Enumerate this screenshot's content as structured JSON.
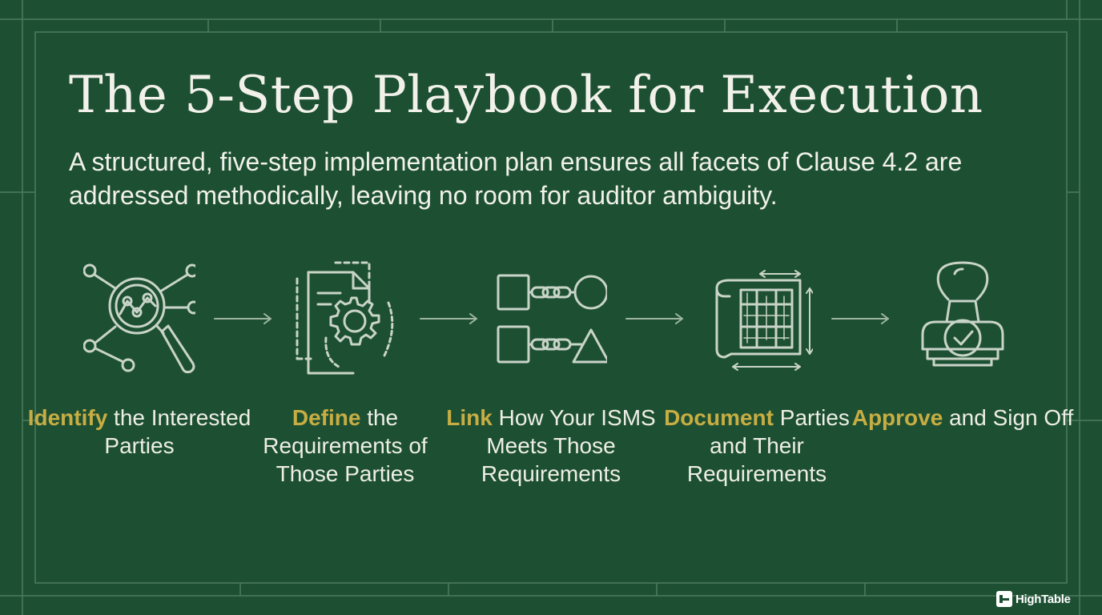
{
  "title": "The 5-Step Playbook for Execution",
  "subtitle": "A structured, five-step implementation plan ensures all facets of Clause 4.2 are addressed methodically, leaving no room for auditor ambiguity.",
  "colors": {
    "background": "#1d5033",
    "line": "#c9d4c8",
    "highlight": "#c7ad43",
    "text": "#eeeee6"
  },
  "steps": [
    {
      "icon": "magnifier-network-icon",
      "highlight": "Identify",
      "rest": "the Interested Parties"
    },
    {
      "icon": "document-gear-icon",
      "highlight": "Define",
      "rest": "the Requirements of Those Parties"
    },
    {
      "icon": "chain-links-shapes-icon",
      "highlight": "Link",
      "rest": "How Your ISMS Meets Those Requirements"
    },
    {
      "icon": "blueprint-icon",
      "highlight": "Document",
      "rest": "Parties and Their Requirements"
    },
    {
      "icon": "approval-stamp-icon",
      "highlight": "Approve",
      "rest": "and Sign Off"
    }
  ],
  "logo": {
    "text": "HighTable"
  }
}
